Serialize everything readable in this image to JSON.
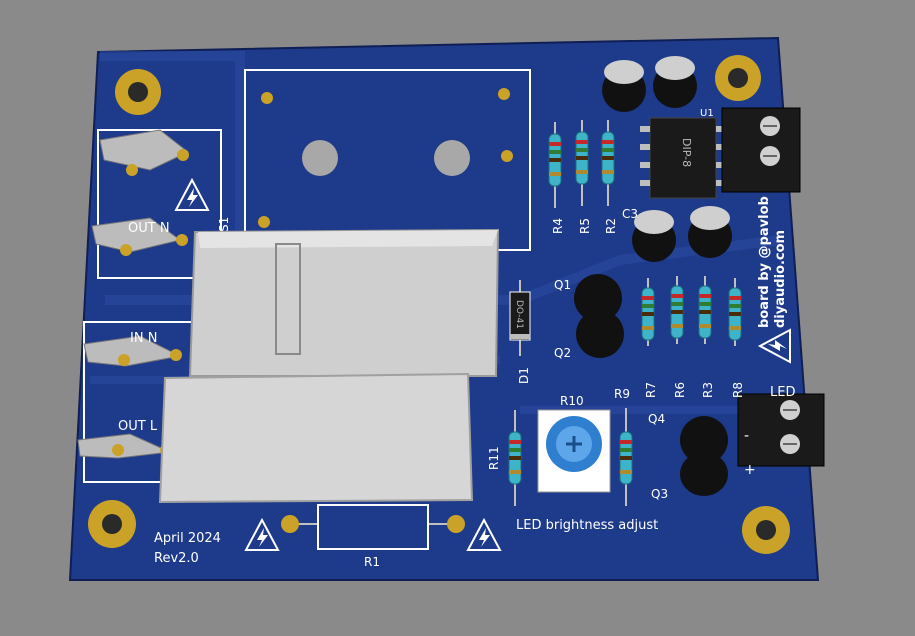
{
  "board": {
    "colors": {
      "background": "#8a8a8a",
      "pcb": "#1e3a8a",
      "silkscreen": "#ffffff",
      "pad": "#c9a227",
      "relay_body": "#cfcfcf",
      "cap_body": "#111111",
      "trimmer": "#2f7fd0",
      "terminal": "#1a1a1a"
    },
    "labels": {
      "s1": "S1",
      "dip": "DIP-8",
      "u1": "U1",
      "c3": "C3",
      "r1": "R1",
      "r2": "R2",
      "r3": "R3",
      "r4": "R4",
      "r5": "R5",
      "r6": "R6",
      "r7": "R7",
      "r8": "R8",
      "r9": "R9",
      "r10": "R10",
      "r11": "R11",
      "q1": "Q1",
      "q2": "Q2",
      "q3": "Q3",
      "q4": "Q4",
      "d1": "D1",
      "do41": "DO-41",
      "out_n": "OUT N",
      "in_n": "IN N",
      "out_l": "OUT L",
      "led": "LED",
      "plus": "+",
      "minus": "-",
      "led_brightness": "LED brightness adjust",
      "date": "April 2024",
      "rev": "Rev2.0",
      "board_by": "board by @pavlob",
      "site": "diyaudio.com"
    },
    "icons": [
      "high-voltage-icon",
      "mounting-hole-icon",
      "screw-terminal-icon"
    ]
  }
}
